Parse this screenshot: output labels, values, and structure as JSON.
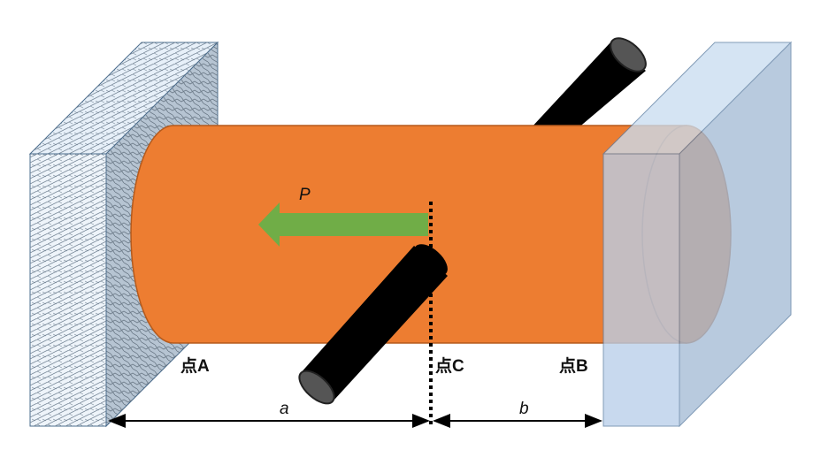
{
  "labels": {
    "force": "P",
    "point_a": "点A",
    "point_c": "点C",
    "point_b": "点B",
    "dim_a": "a",
    "dim_b": "b"
  },
  "colors": {
    "cylinder": "#ED7D31",
    "arrow": "#70AD47",
    "rod": "#000000",
    "rod_end": "#555555",
    "wall_left_front": "#DDEBF7",
    "wall_left_side": "#B4C7D9",
    "wall_right_front": "#B9CFEA",
    "wall_right_side": "#A5BCD6",
    "wall_right_top": "#CADDF0"
  },
  "icons": {
    "force_arrow": "left-arrow-icon",
    "dimension_arrows": "double-arrow-icon"
  }
}
